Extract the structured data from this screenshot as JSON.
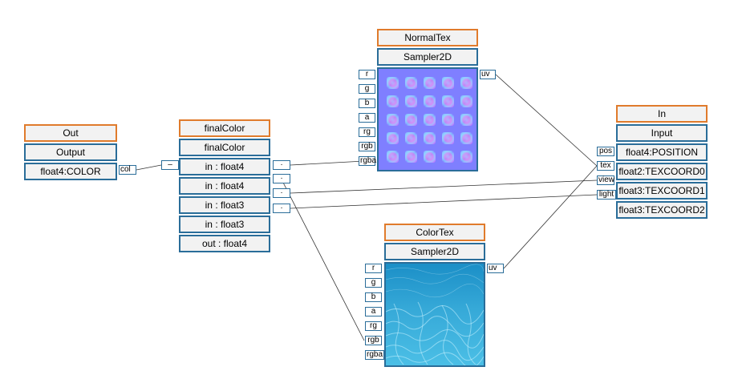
{
  "nodes": {
    "out": {
      "title": "Out",
      "rows": [
        "Output",
        "float4:COLOR"
      ],
      "port_col": "col",
      "port_left": "–"
    },
    "final_color": {
      "title": "finalColor",
      "rows": [
        "finalColor",
        "in : float4",
        "in : float4",
        "in : float3",
        "in : float3",
        "out : float4"
      ],
      "ports": [
        "·",
        "·",
        "·",
        "·"
      ]
    },
    "normal_tex": {
      "title": "NormalTex",
      "rows": [
        "Sampler2D"
      ],
      "inputs": [
        "r",
        "g",
        "b",
        "a",
        "rg",
        "rgb",
        "rgba"
      ],
      "output": "uv"
    },
    "color_tex": {
      "title": "ColorTex",
      "rows": [
        "Sampler2D"
      ],
      "inputs": [
        "r",
        "g",
        "b",
        "a",
        "rg",
        "rgb",
        "rgba"
      ],
      "output": "uv"
    },
    "in": {
      "title": "In",
      "rows": [
        "Input",
        "float4:POSITION",
        "float2:TEXCOORD0",
        "float3:TEXCOORD1",
        "float3:TEXCOORD2"
      ],
      "ports": [
        "pos",
        "tex",
        "view",
        "light"
      ]
    }
  },
  "colors": {
    "header_border": "#e07b2c",
    "row_border": "#2a6d99",
    "node_fill": "#f2f2f2",
    "wire": "#333333",
    "normal_map_base": "#7f7fff",
    "water_base": "#2a9fd0"
  }
}
